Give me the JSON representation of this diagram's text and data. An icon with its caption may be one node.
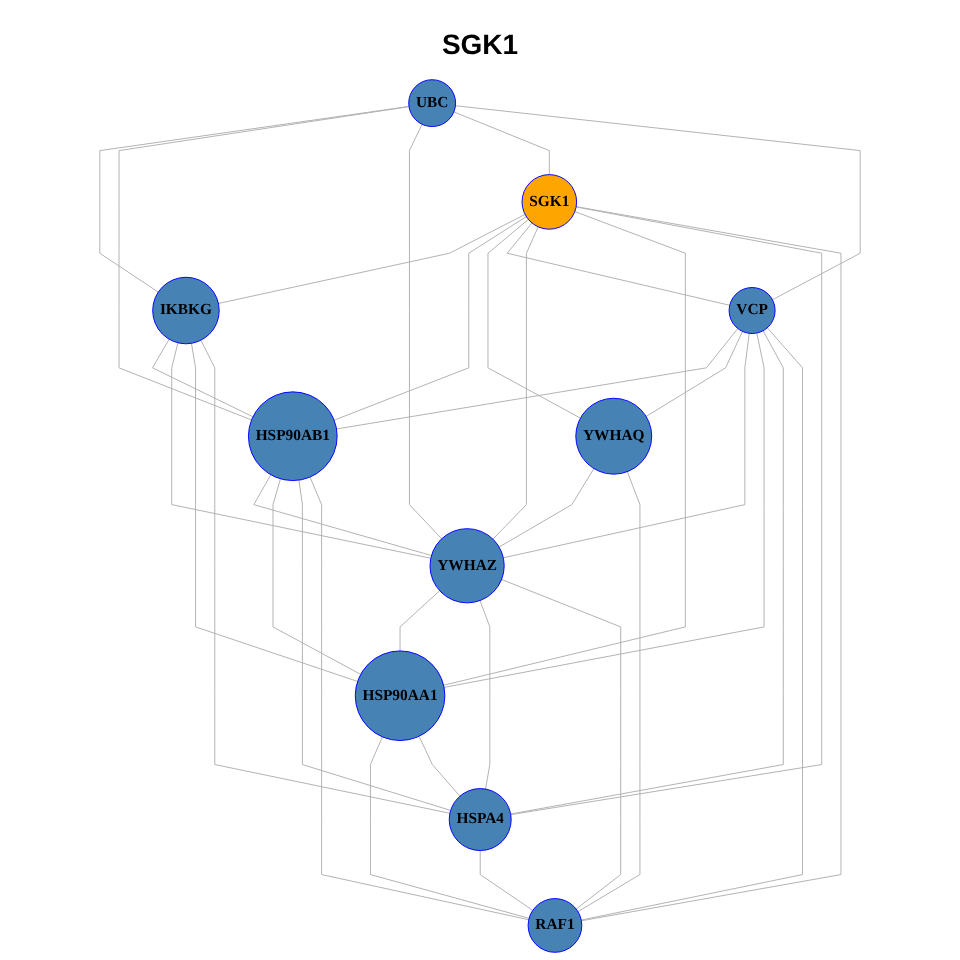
{
  "diagram": {
    "title": "SGK1",
    "nodes": [
      {
        "text": [
          "UBC"
        ]
      },
      {
        "text": [
          "SGK1"
        ]
      },
      {
        "text": [
          "YWHAQ"
        ]
      },
      {
        "text": [
          "VCP"
        ]
      },
      {
        "text": [
          "IKBKG"
        ]
      },
      {
        "text": [
          "HSP90AB1"
        ]
      },
      {
        "text": [
          "YWHAZ"
        ]
      },
      {
        "text": [
          "HSP90AA1"
        ]
      },
      {
        "text": [
          "RAF1"
        ]
      },
      {
        "text": [
          "HSPA4"
        ]
      }
    ],
    "edges": [
      {
        "from": 0,
        "to": 4,
        "arrow": "none"
      },
      {
        "from": 0,
        "to": 5,
        "arrow": "none"
      },
      {
        "from": 0,
        "to": 6,
        "arrow": "none"
      },
      {
        "from": 0,
        "to": 1,
        "arrow": "none"
      },
      {
        "from": 0,
        "to": 3,
        "arrow": "none"
      },
      {
        "from": 1,
        "to": 4,
        "arrow": "none"
      },
      {
        "from": 1,
        "to": 5,
        "arrow": "none"
      },
      {
        "from": 1,
        "to": 2,
        "arrow": "none"
      },
      {
        "from": 1,
        "to": 3,
        "arrow": "none"
      },
      {
        "from": 1,
        "to": 6,
        "arrow": "none"
      },
      {
        "from": 1,
        "to": 7,
        "arrow": "none"
      },
      {
        "from": 1,
        "to": 9,
        "arrow": "none"
      },
      {
        "from": 1,
        "to": 8,
        "arrow": "none"
      },
      {
        "from": 3,
        "to": 5,
        "arrow": "none"
      },
      {
        "from": 3,
        "to": 2,
        "arrow": "none"
      },
      {
        "from": 3,
        "to": 6,
        "arrow": "none"
      },
      {
        "from": 3,
        "to": 7,
        "arrow": "none"
      },
      {
        "from": 3,
        "to": 9,
        "arrow": "none"
      },
      {
        "from": 3,
        "to": 8,
        "arrow": "none"
      },
      {
        "from": 2,
        "to": 6,
        "arrow": "none"
      },
      {
        "from": 2,
        "to": 8,
        "arrow": "none"
      },
      {
        "from": 4,
        "to": 5,
        "arrow": "none"
      },
      {
        "from": 4,
        "to": 6,
        "arrow": "none"
      },
      {
        "from": 4,
        "to": 7,
        "arrow": "none"
      },
      {
        "from": 4,
        "to": 9,
        "arrow": "none"
      },
      {
        "from": 5,
        "to": 6,
        "arrow": "none"
      },
      {
        "from": 5,
        "to": 7,
        "arrow": "none"
      },
      {
        "from": 5,
        "to": 9,
        "arrow": "none"
      },
      {
        "from": 5,
        "to": 8,
        "arrow": "none"
      },
      {
        "from": 6,
        "to": 7,
        "arrow": "none"
      },
      {
        "from": 6,
        "to": 9,
        "arrow": "none"
      },
      {
        "from": 6,
        "to": 8,
        "arrow": "none"
      },
      {
        "from": 7,
        "to": 8,
        "arrow": "none"
      },
      {
        "from": 7,
        "to": 9,
        "arrow": "none"
      },
      {
        "from": 9,
        "to": 8,
        "arrow": "none"
      }
    ]
  }
}
